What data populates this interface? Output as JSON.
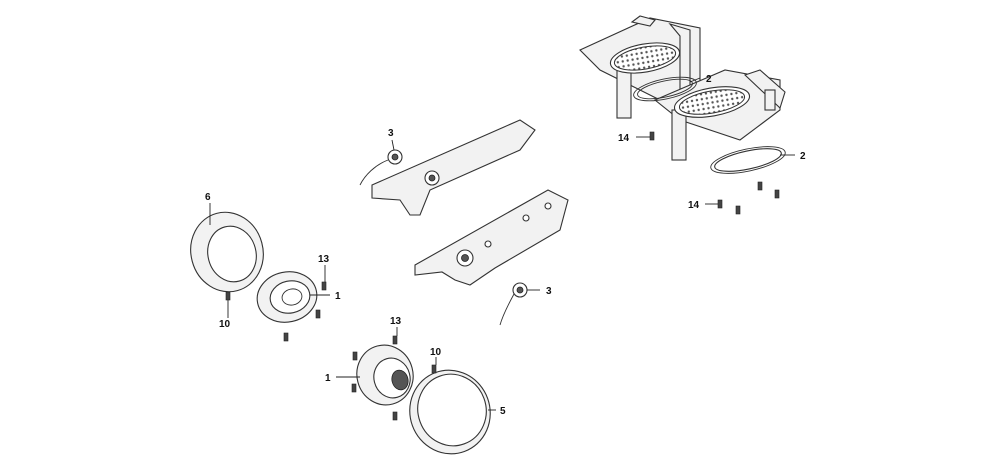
{
  "callouts": [
    {
      "id": "c1a",
      "label": "1"
    },
    {
      "id": "c1b",
      "label": "1"
    },
    {
      "id": "c2a",
      "label": "2"
    },
    {
      "id": "c2b",
      "label": "2"
    },
    {
      "id": "c3a",
      "label": "3"
    },
    {
      "id": "c3b",
      "label": "3"
    },
    {
      "id": "c5",
      "label": "5"
    },
    {
      "id": "c6",
      "label": "6"
    },
    {
      "id": "c10a",
      "label": "10"
    },
    {
      "id": "c10b",
      "label": "10"
    },
    {
      "id": "c13a",
      "label": "13"
    },
    {
      "id": "c13b",
      "label": "13"
    },
    {
      "id": "c14a",
      "label": "14"
    },
    {
      "id": "c14b",
      "label": "14"
    }
  ]
}
